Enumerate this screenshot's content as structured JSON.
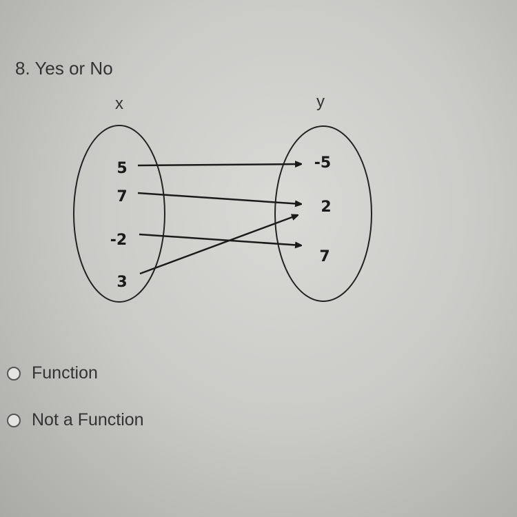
{
  "question": {
    "title": "8.  Yes or No"
  },
  "diagram": {
    "domain_label": "x",
    "range_label": "y",
    "domain": [
      "5",
      "7",
      "-2",
      "3"
    ],
    "range": [
      "-5",
      "2",
      "7"
    ],
    "mappings": [
      [
        "5",
        "-5"
      ],
      [
        "7",
        "2"
      ],
      [
        "-2",
        "7"
      ],
      [
        "3",
        "2"
      ]
    ]
  },
  "options": [
    {
      "label": "Function",
      "selected": false
    },
    {
      "label": "Not a Function",
      "selected": false
    }
  ]
}
